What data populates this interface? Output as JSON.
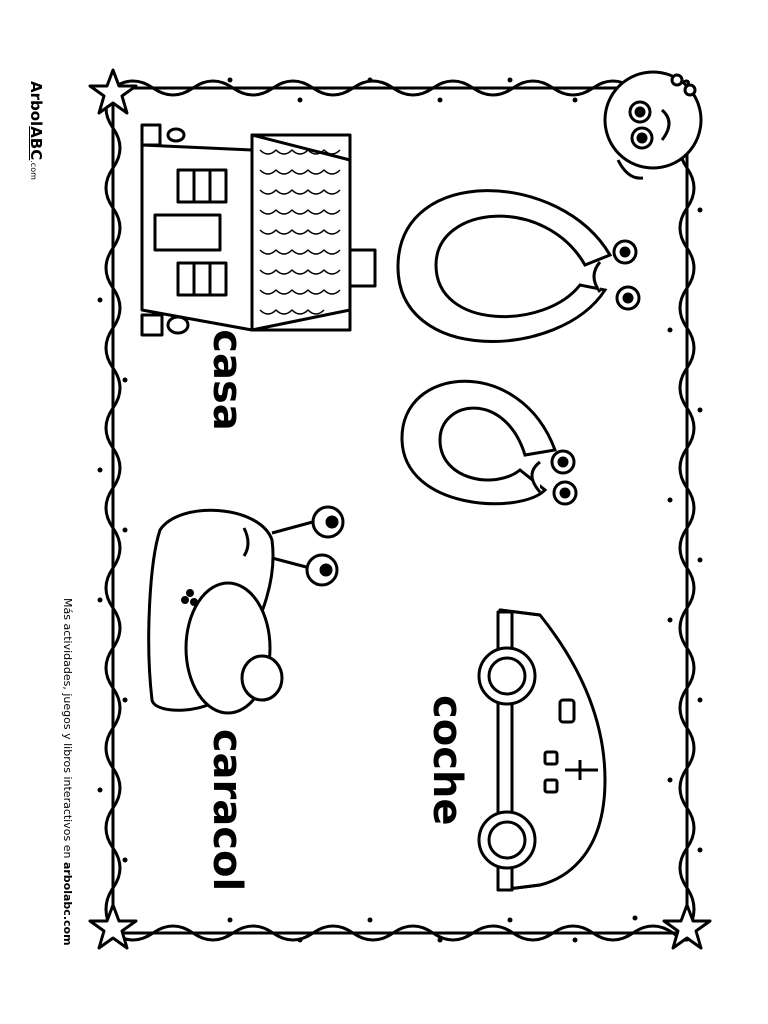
{
  "brand": {
    "name": "Arbol",
    "abc": "ABC",
    "domain": ".com"
  },
  "footer": {
    "prefix": "Más actividades, juegos y libros interactivos en",
    "site": "arbolabc.com"
  },
  "letters": {
    "upper": "C",
    "lower": "c"
  },
  "words": {
    "casa": "casa",
    "caracol": "caracol",
    "coche": "coche"
  },
  "colors": {
    "ink": "#000000",
    "paper": "#ffffff"
  }
}
